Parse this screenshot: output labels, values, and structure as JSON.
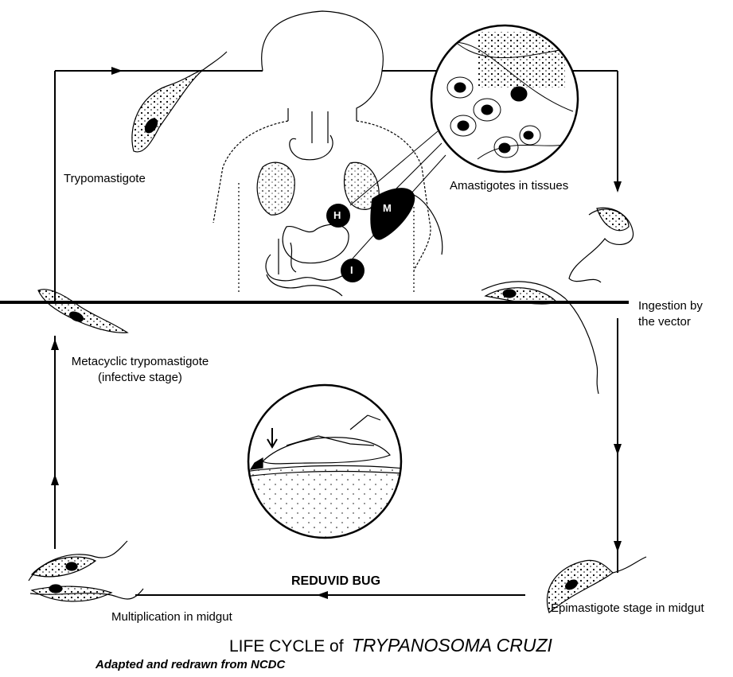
{
  "labels": {
    "trypomastigote": "Trypomastigote",
    "amastigotes": "Amastigotes in tissues",
    "ingestion_line1": "Ingestion by",
    "ingestion_line2": "the vector",
    "metacyclic_line1": "Metacyclic trypomastigote",
    "metacyclic_line2": "(infective stage)",
    "reduviid_bug": "REDUVID BUG",
    "multiplication": "Multiplication in midgut",
    "epimastigote": "Epimastigote stage in midgut"
  },
  "organ_markers": {
    "heart": "H",
    "muscle": "M",
    "intestine": "I"
  },
  "title": {
    "prefix": "LIFE CYCLE of",
    "organism": "TRYPANOSOMA CRUZI"
  },
  "credit": "Adapted and redrawn from NCDC",
  "colors": {
    "ink": "#000000",
    "paper": "#ffffff"
  }
}
